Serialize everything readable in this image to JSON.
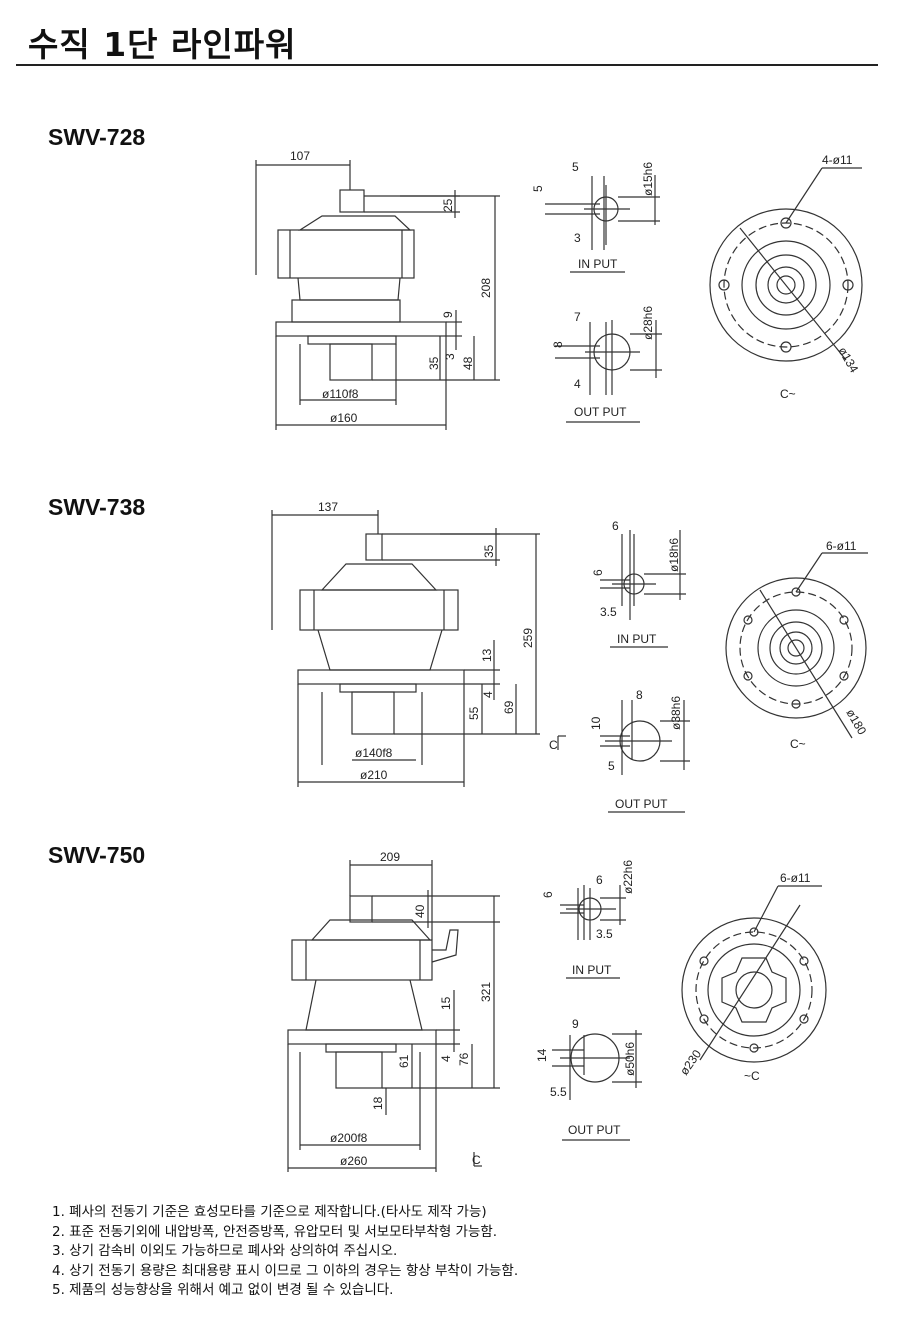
{
  "title": "수직 1단 라인파워",
  "labels": {
    "input": "IN PUT",
    "output": "OUT PUT"
  },
  "models": [
    {
      "name": "SWV-728",
      "dims": {
        "width": "107",
        "key_h": "25",
        "total_h": "208",
        "flange_t": "9",
        "gap": "3",
        "shaft_len": "35",
        "low_h": "48",
        "pilot": "ø110f8",
        "flange_d": "ø160"
      },
      "input": {
        "key_w": "5",
        "key_d": "5",
        "key_t": "3",
        "shaft": "ø15h6"
      },
      "output": {
        "key_w": "7",
        "key_d": "8",
        "key_t": "4",
        "shaft": "ø28h6"
      },
      "flange": {
        "holes": "4-ø11",
        "pcd": "ø134",
        "note": "C~"
      }
    },
    {
      "name": "SWV-738",
      "dims": {
        "width": "137",
        "key_h": "35",
        "total_h": "259",
        "flange_t": "13",
        "gap": "4",
        "shaft_len": "55",
        "low_h": "69",
        "pilot": "ø140f8",
        "flange_d": "ø210",
        "side": "C"
      },
      "input": {
        "key_w": "6",
        "key_d": "6",
        "key_t": "3.5",
        "shaft": "ø18h6"
      },
      "output": {
        "key_w": "8",
        "key_d": "10",
        "key_t": "5",
        "shaft": "ø38h6"
      },
      "flange": {
        "holes": "6-ø11",
        "pcd": "ø180",
        "note": "C~"
      }
    },
    {
      "name": "SWV-750",
      "dims": {
        "width": "209",
        "key_h": "40",
        "total_h": "321",
        "flange_t": "15",
        "gap": "4",
        "shaft_len": "61",
        "low_h": "76",
        "key_low": "18",
        "pilot": "ø200f8",
        "flange_d": "ø260",
        "side": "C"
      },
      "input": {
        "key_w": "6",
        "key_d": "6",
        "key_t": "3.5",
        "shaft": "ø22h6"
      },
      "output": {
        "key_w": "9",
        "key_d": "14",
        "key_t": "5.5",
        "shaft": "ø50h6"
      },
      "flange": {
        "holes": "6-ø11",
        "pcd": "ø230",
        "note": "~C"
      }
    }
  ],
  "notes": [
    "1. 폐사의 전동기 기준은 효성모타를 기준으로 제작합니다.(타사도 제작 가능)",
    "2. 표준 전동기외에 내압방폭, 안전증방폭, 유압모터 및 서보모타부착형 가능함.",
    "3. 상기 감속비 이외도 가능하므로 폐사와 상의하여 주십시오.",
    "4. 상기 전동기 용량은 최대용량 표시 이므로 그 이하의 경우는 항상 부착이 가능함.",
    "5. 제품의 성능향상을 위해서 예고 없이 변경 될 수 있습니다."
  ]
}
